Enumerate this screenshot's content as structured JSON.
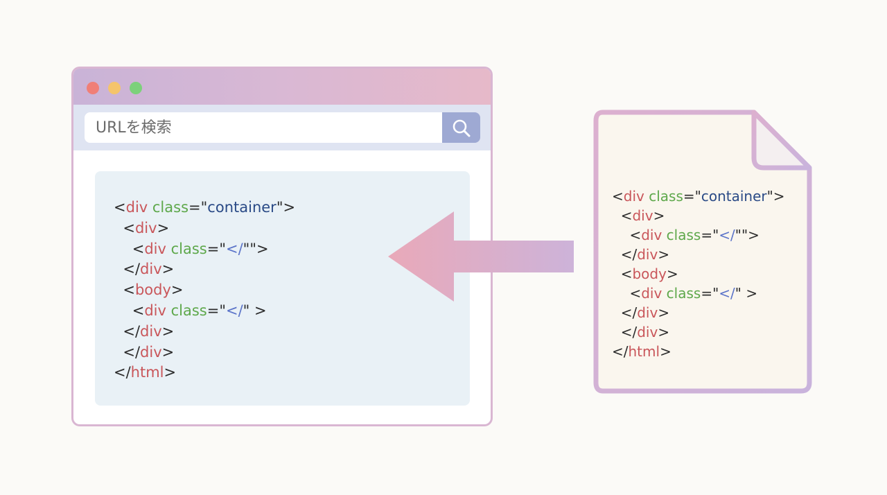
{
  "browser": {
    "url_placeholder": "URLを検索",
    "dots": [
      "close",
      "minimize",
      "maximize"
    ],
    "colors": {
      "titlebar_start": "#c9b3d7",
      "titlebar_end": "#e6b9c9",
      "urlbar": "#dfe4f2",
      "search_button": "#9ea9d3",
      "content_bg": "#e9f1f6"
    },
    "code_lines": [
      {
        "indent": "",
        "parts": [
          {
            "t": "<"
          },
          {
            "t": "div",
            "c": "tg"
          },
          {
            "t": " "
          },
          {
            "t": "class",
            "c": "at"
          },
          {
            "t": "=\""
          },
          {
            "t": "container",
            "c": "st"
          },
          {
            "t": "\">"
          }
        ]
      },
      {
        "indent": "  ",
        "parts": [
          {
            "t": "<"
          },
          {
            "t": "div",
            "c": "tg"
          },
          {
            "t": ">"
          }
        ]
      },
      {
        "indent": "    ",
        "parts": [
          {
            "t": "<"
          },
          {
            "t": "div",
            "c": "tg"
          },
          {
            "t": " "
          },
          {
            "t": "class",
            "c": "at"
          },
          {
            "t": "=\""
          },
          {
            "t": "</",
            "c": "sl"
          },
          {
            "t": "\"\">"
          }
        ]
      },
      {
        "indent": "  ",
        "parts": [
          {
            "t": "</"
          },
          {
            "t": "div",
            "c": "tg"
          },
          {
            "t": ">"
          }
        ]
      },
      {
        "indent": "  ",
        "parts": [
          {
            "t": "<"
          },
          {
            "t": "body",
            "c": "tg"
          },
          {
            "t": ">"
          }
        ]
      },
      {
        "indent": "    ",
        "parts": [
          {
            "t": "<"
          },
          {
            "t": "div",
            "c": "tg"
          },
          {
            "t": " "
          },
          {
            "t": "class",
            "c": "at"
          },
          {
            "t": "=\""
          },
          {
            "t": "</",
            "c": "sl"
          },
          {
            "t": "\" >"
          }
        ]
      },
      {
        "indent": "  ",
        "parts": [
          {
            "t": "</"
          },
          {
            "t": "div",
            "c": "tg"
          },
          {
            "t": ">"
          }
        ]
      },
      {
        "indent": "  ",
        "parts": [
          {
            "t": "</"
          },
          {
            "t": "div",
            "c": "tg"
          },
          {
            "t": ">"
          }
        ]
      },
      {
        "indent": "",
        "parts": [
          {
            "t": "</"
          },
          {
            "t": "html",
            "c": "tg"
          },
          {
            "t": ">"
          }
        ]
      }
    ]
  },
  "document": {
    "colors": {
      "paper": "#faf6ee",
      "border": "#d6b0d4",
      "fold": "#f4eff0"
    },
    "code_lines": [
      {
        "indent": "",
        "parts": [
          {
            "t": "<"
          },
          {
            "t": "div",
            "c": "tg"
          },
          {
            "t": " "
          },
          {
            "t": "class",
            "c": "at"
          },
          {
            "t": "=\""
          },
          {
            "t": "container",
            "c": "st"
          },
          {
            "t": "\">"
          }
        ]
      },
      {
        "indent": "  ",
        "parts": [
          {
            "t": "<"
          },
          {
            "t": "div",
            "c": "tg"
          },
          {
            "t": ">"
          }
        ]
      },
      {
        "indent": "    ",
        "parts": [
          {
            "t": "<"
          },
          {
            "t": "div",
            "c": "tg"
          },
          {
            "t": " "
          },
          {
            "t": "class",
            "c": "at"
          },
          {
            "t": "=\""
          },
          {
            "t": "</",
            "c": "sl"
          },
          {
            "t": "\"\">"
          }
        ]
      },
      {
        "indent": "  ",
        "parts": [
          {
            "t": "</"
          },
          {
            "t": "div",
            "c": "tg"
          },
          {
            "t": ">"
          }
        ]
      },
      {
        "indent": "  ",
        "parts": [
          {
            "t": "<"
          },
          {
            "t": "body",
            "c": "tg"
          },
          {
            "t": ">"
          }
        ]
      },
      {
        "indent": "    ",
        "parts": [
          {
            "t": "<"
          },
          {
            "t": "div",
            "c": "tg"
          },
          {
            "t": " "
          },
          {
            "t": "class",
            "c": "at"
          },
          {
            "t": "=\""
          },
          {
            "t": "</",
            "c": "sl"
          },
          {
            "t": "\" >"
          }
        ]
      },
      {
        "indent": "  ",
        "parts": [
          {
            "t": "</"
          },
          {
            "t": "div",
            "c": "tg"
          },
          {
            "t": ">"
          }
        ]
      },
      {
        "indent": "  ",
        "parts": [
          {
            "t": "</"
          },
          {
            "t": "div",
            "c": "tg"
          },
          {
            "t": ">"
          }
        ]
      },
      {
        "indent": "",
        "parts": [
          {
            "t": "</"
          },
          {
            "t": "html",
            "c": "tg"
          },
          {
            "t": ">"
          }
        ]
      }
    ]
  },
  "arrow": {
    "direction": "left",
    "color_head": "#e9a9b9",
    "color_tail": "#cdb3d9"
  },
  "syntax_colors": {
    "tag": "#c9565a",
    "attribute": "#5ea84b",
    "string": "#2a4a86",
    "slash": "#5b74c9",
    "punctuation": "#2c2c2c"
  }
}
